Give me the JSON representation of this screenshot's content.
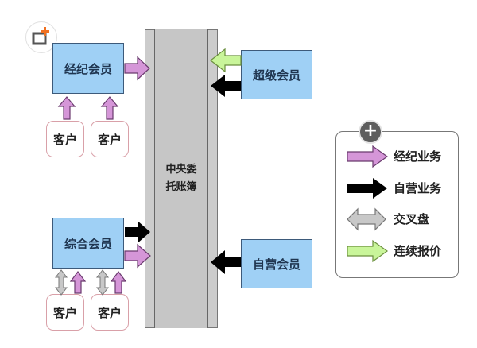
{
  "diagram": {
    "center": {
      "label_line1": "中央委",
      "label_line2": "托账簿"
    },
    "members": {
      "broker": "经纪会员",
      "super": "超级会员",
      "comprehensive": "综合会员",
      "proprietary": "自营会员"
    },
    "clients": {
      "label": "客户"
    },
    "legend": {
      "items": [
        {
          "label": "经纪业务",
          "icon": "pink-arrow-icon",
          "color": "#d596d8"
        },
        {
          "label": "自营业务",
          "icon": "black-arrow-icon",
          "color": "#000000"
        },
        {
          "label": "交叉盘",
          "icon": "gray-double-arrow-icon",
          "color": "#c8c8c8"
        },
        {
          "label": "连续报价",
          "icon": "green-arrow-icon",
          "color": "#c9f59a"
        }
      ]
    },
    "colors": {
      "member_fill": "#9fd0f5",
      "ledger_fill": "#cccccc",
      "broker_arrow": "#d596d8",
      "proprietary_arrow": "#000000",
      "cross_arrow": "#c8c8c8",
      "quote_arrow": "#c9f59a",
      "client_border": "#d9a0a8"
    },
    "overlay": {
      "plus_label": "+"
    }
  }
}
